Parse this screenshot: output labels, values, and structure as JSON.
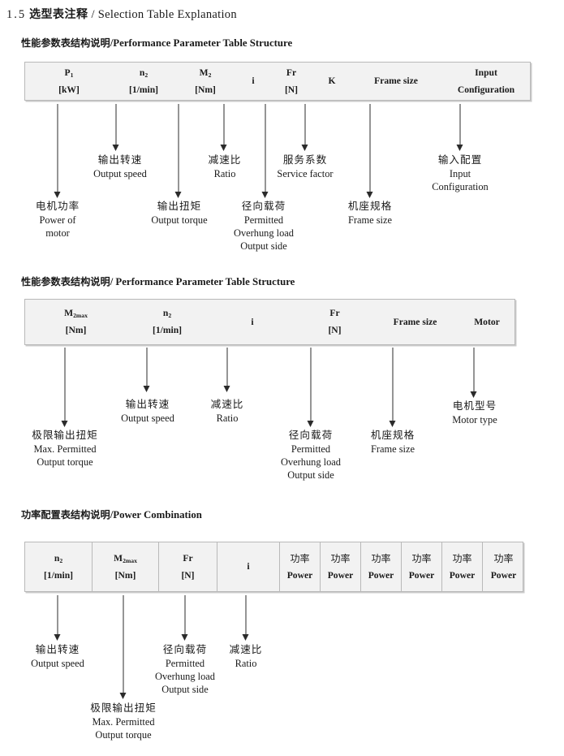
{
  "document": {
    "title_number": "1.5",
    "title_cn": "选型表注释",
    "title_sep": "/",
    "title_en": "Selection Table Explanation"
  },
  "sections": [
    {
      "id": "performance-parameter-1",
      "heading_cn": "性能参数表结构说明",
      "heading_sep": "/",
      "heading_en": "Performance Parameter Table Structure",
      "table": {
        "columns": [
          {
            "name": "p1",
            "line1": "P1",
            "line2": "[kW]"
          },
          {
            "name": "n2",
            "line1": "n2",
            "line2": "[1/min]"
          },
          {
            "name": "m2",
            "line1": "M2",
            "line2": "[Nm]"
          },
          {
            "name": "i",
            "line1": "i",
            "line2": ""
          },
          {
            "name": "fr",
            "line1": "Fr",
            "line2": "[N]"
          },
          {
            "name": "k",
            "line1": "K",
            "line2": ""
          },
          {
            "name": "frame",
            "line1": "Frame size",
            "line2": ""
          },
          {
            "name": "input",
            "line1": "Input",
            "line2": "Configuration"
          }
        ]
      },
      "notes": [
        {
          "name": "power-of-motor",
          "cn": "电机功率",
          "en": [
            "Power of",
            "motor"
          ]
        },
        {
          "name": "output-speed",
          "cn": "输出转速",
          "en": [
            "Output speed"
          ]
        },
        {
          "name": "output-torque",
          "cn": "输出扭矩",
          "en": [
            "Output torque"
          ]
        },
        {
          "name": "ratio",
          "cn": "减速比",
          "en": [
            "Ratio"
          ]
        },
        {
          "name": "overhung-load",
          "cn": "径向载荷",
          "en": [
            "Permitted",
            "Overhung load",
            "Output side"
          ]
        },
        {
          "name": "service-factor",
          "cn": "服务系数",
          "en": [
            "Service factor"
          ]
        },
        {
          "name": "frame-size",
          "cn": "机座规格",
          "en": [
            "Frame size"
          ]
        },
        {
          "name": "input-configuration",
          "cn": "输入配置",
          "en": [
            "Input",
            "Configuration"
          ]
        }
      ]
    },
    {
      "id": "performance-parameter-2",
      "heading_cn": "性能参数表结构说明",
      "heading_sep": "/",
      "heading_en": "Performance Parameter Table Structure",
      "table": {
        "columns": [
          {
            "name": "m2max",
            "line1": "M2max",
            "line2": "[Nm]"
          },
          {
            "name": "n2",
            "line1": "n2",
            "line2": "[1/min]"
          },
          {
            "name": "i",
            "line1": "i",
            "line2": ""
          },
          {
            "name": "fr",
            "line1": "Fr",
            "line2": "[N]"
          },
          {
            "name": "frame",
            "line1": "Frame size",
            "line2": ""
          },
          {
            "name": "motor",
            "line1": "Motor",
            "line2": ""
          }
        ]
      },
      "notes": [
        {
          "name": "max-output-torque",
          "cn": "极限输出扭矩",
          "en": [
            "Max. Permitted",
            "Output  torque"
          ]
        },
        {
          "name": "output-speed",
          "cn": "输出转速",
          "en": [
            "Output speed"
          ]
        },
        {
          "name": "ratio",
          "cn": "减速比",
          "en": [
            "Ratio"
          ]
        },
        {
          "name": "overhung-load",
          "cn": "径向载荷",
          "en": [
            "Permitted",
            "Overhung load",
            "Output side"
          ]
        },
        {
          "name": "frame-size",
          "cn": "机座规格",
          "en": [
            "Frame size"
          ]
        },
        {
          "name": "motor-type",
          "cn": "电机型号",
          "en": [
            "Motor type"
          ]
        }
      ]
    },
    {
      "id": "power-combination",
      "heading_cn": "功率配置表结构说明",
      "heading_sep": "/",
      "heading_en": "Power Combination",
      "table": {
        "columns": [
          {
            "name": "n2",
            "line1": "n2",
            "line2": "[1/min]"
          },
          {
            "name": "m2max",
            "line1": "M2max",
            "line2": "[Nm]"
          },
          {
            "name": "fr",
            "line1": "Fr",
            "line2": "[N]"
          },
          {
            "name": "i",
            "line1": "i",
            "line2": ""
          },
          {
            "name": "power1",
            "line1": "功率",
            "line2": "Power"
          },
          {
            "name": "power2",
            "line1": "功率",
            "line2": "Power"
          },
          {
            "name": "power3",
            "line1": "功率",
            "line2": "Power"
          },
          {
            "name": "power4",
            "line1": "功率",
            "line2": "Power"
          },
          {
            "name": "power5",
            "line1": "功率",
            "line2": "Power"
          },
          {
            "name": "power6",
            "line1": "功率",
            "line2": "Power"
          }
        ]
      },
      "notes": [
        {
          "name": "output-speed",
          "cn": "输出转速",
          "en": [
            "Output speed"
          ]
        },
        {
          "name": "max-output-torque",
          "cn": "极限输出扭矩",
          "en": [
            "Max. Permitted",
            "Output  torque"
          ]
        },
        {
          "name": "overhung-load",
          "cn": "径向载荷",
          "en": [
            "Permitted",
            "Overhung load",
            "Output side"
          ]
        },
        {
          "name": "ratio",
          "cn": "减速比",
          "en": [
            "Ratio"
          ]
        }
      ]
    }
  ]
}
